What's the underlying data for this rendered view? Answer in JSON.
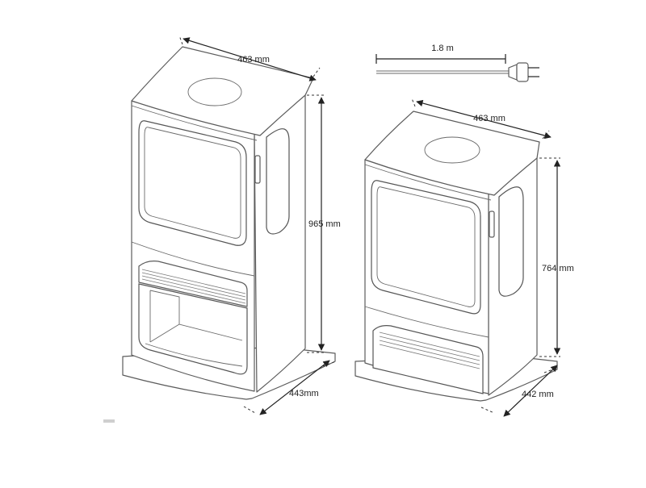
{
  "dimensions": {
    "tall_width": "463 mm",
    "tall_height": "965 mm",
    "tall_depth": "443mm",
    "short_width": "463 mm",
    "short_height": "764 mm",
    "short_depth": "442 mm",
    "cable_length": "1.8 m"
  },
  "colors": {
    "outline": "#5c5c5c",
    "dimension_line": "#222222"
  }
}
